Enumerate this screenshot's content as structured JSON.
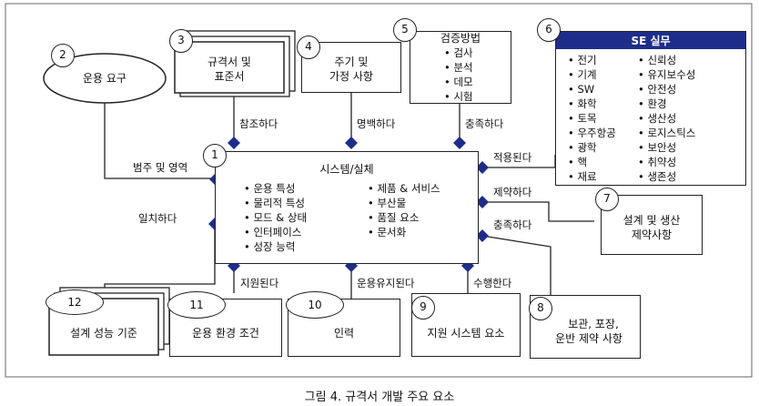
{
  "caption": "그림 4. 규격서 개발 주요 요소",
  "center": {
    "number": "1",
    "title": "시스템/실체",
    "left_items": [
      "운용 특성",
      "물리적 특성",
      "모드 & 상태",
      "인터페이스",
      "성장 능력"
    ],
    "right_items": [
      "제품 & 서비스",
      "부산물",
      "품질 요소",
      "문서화"
    ]
  },
  "nodes": {
    "n2": {
      "number": "2",
      "label": "운용 요구"
    },
    "n3": {
      "number": "3",
      "label_line1": "규격서 및",
      "label_line2": "표준서"
    },
    "n4": {
      "number": "4",
      "label_line1": "주기 및",
      "label_line2": "가정 사항"
    },
    "n5": {
      "number": "5",
      "title": "검증방법",
      "items": [
        "검사",
        "분석",
        "데모",
        "시험"
      ]
    },
    "n6": {
      "number": "6",
      "title": "SE 실무",
      "col1": [
        "전기",
        "기계",
        "SW",
        "화학",
        "토목",
        "우주항공",
        "광학",
        "핵",
        "재료"
      ],
      "col2": [
        "신뢰성",
        "유지보수성",
        "안전성",
        "환경",
        "생산성",
        "로지스틱스",
        "보안성",
        "취약성",
        "생존성"
      ]
    },
    "n7": {
      "number": "7",
      "label_line1": "설계 및 생산",
      "label_line2": "제약사항"
    },
    "n8": {
      "number": "8",
      "label_line1": "보관, 포장,",
      "label_line2": "운반 제약 사항"
    },
    "n9": {
      "number": "9",
      "label": "지원 시스템 요소"
    },
    "n10": {
      "number": "10",
      "label": "인력"
    },
    "n11": {
      "number": "11",
      "label": "운용 환경 조건"
    },
    "n12": {
      "number": "12",
      "label": "설계 성능 기준"
    }
  },
  "relations": {
    "scope": "범주 및 영역",
    "references": "참조하다",
    "clarifies": "명백하다",
    "satisfies": "충족하다",
    "applied": "적용된다",
    "constrains": "제약하다",
    "satisfies2": "충족하다",
    "matches": "일치하다",
    "supported": "지원된다",
    "maintained": "운용유지된다",
    "performs": "수행한다"
  },
  "colors": {
    "accent": "#1f2d8a",
    "line": "#222222",
    "frame": "#555555"
  }
}
